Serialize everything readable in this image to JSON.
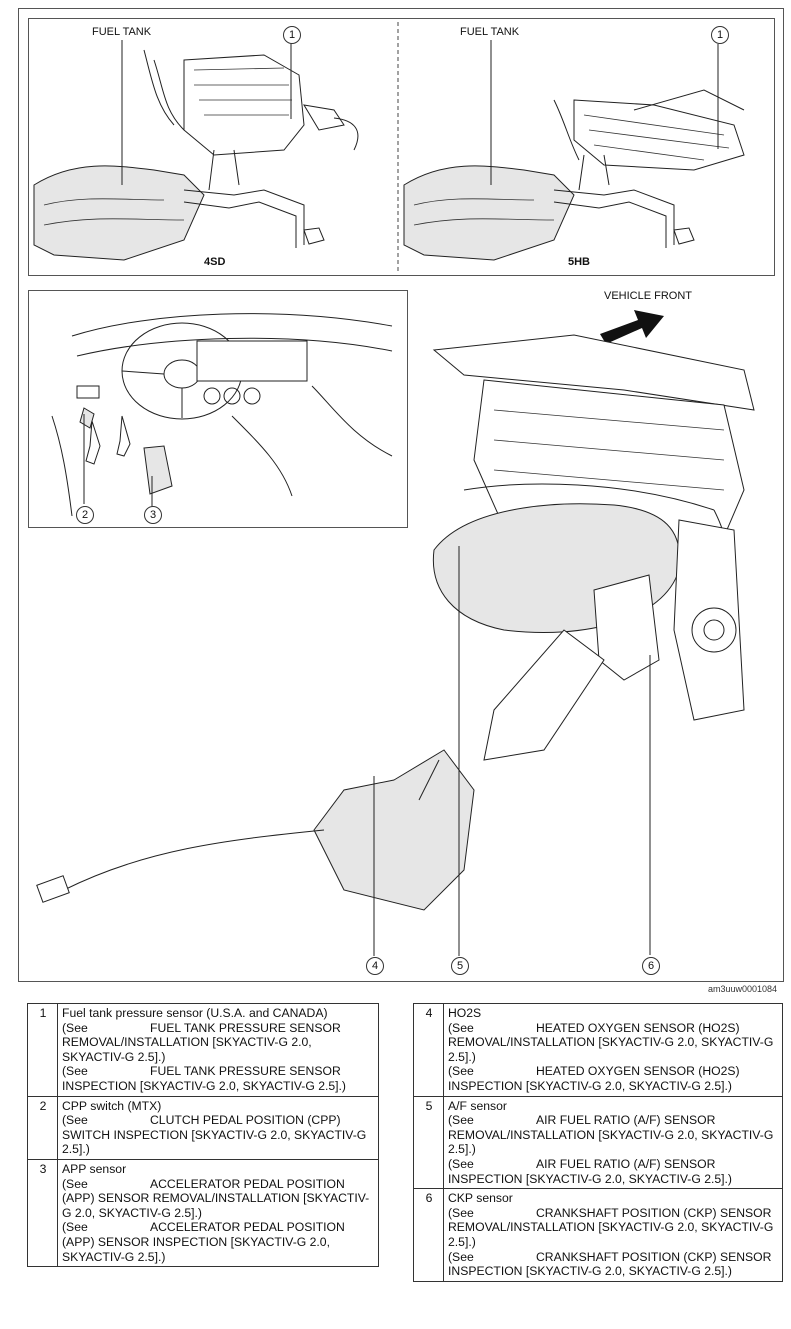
{
  "top_left_panel": {
    "label": "FUEL TANK",
    "callout": "1",
    "variant": "4SD"
  },
  "top_right_panel": {
    "label": "FUEL TANK",
    "callout": "1",
    "variant": "5HB"
  },
  "dash_panel": {
    "callouts": [
      "2",
      "3"
    ]
  },
  "engine_panel": {
    "label": "VEHICLE FRONT",
    "callouts": [
      "4",
      "5",
      "6"
    ]
  },
  "figure_code": "am3uuw0001084",
  "table_left": [
    {
      "num": "1",
      "title": "Fuel tank pressure sensor (U.S.A. and CANADA)",
      "refs": [
        {
          "see": "(See",
          "head": "FUEL TANK PRESSURE SENSOR",
          "rest": "REMOVAL/INSTALLATION [SKYACTIV-G 2.0, SKYACTIV-G 2.5].)"
        },
        {
          "see": "(See",
          "head": "FUEL TANK PRESSURE SENSOR",
          "rest": "INSPECTION [SKYACTIV-G 2.0, SKYACTIV-G 2.5].)"
        }
      ]
    },
    {
      "num": "2",
      "title": "CPP switch (MTX)",
      "refs": [
        {
          "see": "(See",
          "head": "CLUTCH PEDAL POSITION (CPP)",
          "rest": "SWITCH INSPECTION [SKYACTIV-G 2.0, SKYACTIV-G 2.5].)"
        }
      ]
    },
    {
      "num": "3",
      "title": "APP sensor",
      "refs": [
        {
          "see": "(See",
          "head": "ACCELERATOR PEDAL POSITION",
          "rest": "(APP) SENSOR REMOVAL/INSTALLATION [SKYACTIV-G 2.0, SKYACTIV-G 2.5].)"
        },
        {
          "see": "(See",
          "head": "ACCELERATOR PEDAL POSITION",
          "rest": "(APP) SENSOR INSPECTION [SKYACTIV-G 2.0, SKYACTIV-G 2.5].)"
        }
      ]
    }
  ],
  "table_right": [
    {
      "num": "4",
      "title": "HO2S",
      "refs": [
        {
          "see": "(See",
          "head": "HEATED OXYGEN SENSOR",
          "rest": "(HO2S) REMOVAL/INSTALLATION [SKYACTIV-G 2.0, SKYACTIV-G 2.5].)"
        },
        {
          "see": "(See",
          "head": "HEATED OXYGEN SENSOR",
          "rest": "(HO2S) INSPECTION [SKYACTIV-G 2.0, SKYACTIV-G 2.5].)"
        }
      ]
    },
    {
      "num": "5",
      "title": "A/F sensor",
      "refs": [
        {
          "see": "(See",
          "head": "AIR FUEL RATIO (A/F) SENSOR",
          "rest": "REMOVAL/INSTALLATION [SKYACTIV-G 2.0, SKYACTIV-G 2.5].)"
        },
        {
          "see": "(See",
          "head": "AIR FUEL RATIO (A/F) SENSOR",
          "rest": "INSPECTION [SKYACTIV-G 2.0, SKYACTIV-G 2.5].)"
        }
      ]
    },
    {
      "num": "6",
      "title": "CKP sensor",
      "refs": [
        {
          "see": "(See",
          "head": "CRANKSHAFT POSITION (CKP)",
          "rest": "SENSOR REMOVAL/INSTALLATION [SKYACTIV-G 2.0, SKYACTIV-G 2.5].)"
        },
        {
          "see": "(See",
          "head": "CRANKSHAFT POSITION (CKP)",
          "rest": "SENSOR INSPECTION [SKYACTIV-G 2.0, SKYACTIV-G 2.5].)"
        }
      ]
    }
  ]
}
